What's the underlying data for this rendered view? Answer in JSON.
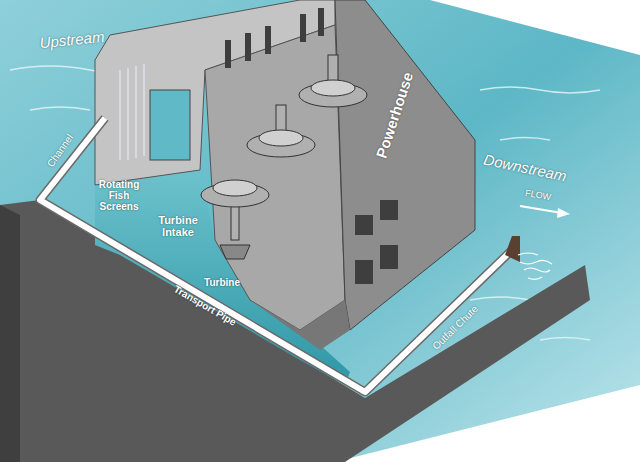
{
  "diagram": {
    "labels": [
      "Upstream",
      "Downstream",
      "FLOW",
      "Powerhouse",
      "Channel",
      "Rotating Fish Screens",
      "Turbine Intake",
      "Turbine",
      "Transport Pipe",
      "Outfall Chute"
    ]
  }
}
